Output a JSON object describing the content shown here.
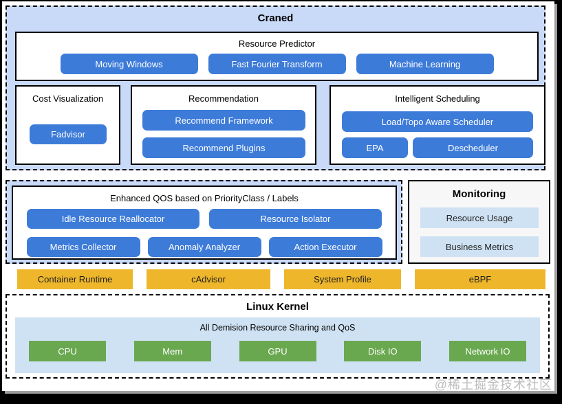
{
  "craned": {
    "title": "Craned",
    "resource_predictor": {
      "title": "Resource Predictor",
      "items": [
        "Moving Windows",
        "Fast Fourier Transform",
        "Machine Learning"
      ]
    },
    "cost_visualization": {
      "title": "Cost Visualization",
      "items": [
        "Fadvisor"
      ]
    },
    "recommendation": {
      "title": "Recommendation",
      "items": [
        "Recommend Framework",
        "Recommend Plugins"
      ]
    },
    "intelligent_scheduling": {
      "title": "Intelligent Scheduling",
      "items": [
        "Load/Topo Aware Scheduler",
        "EPA",
        "Descheduler"
      ]
    }
  },
  "qos": {
    "title": "Enhanced QOS based on PriorityClass / Labels",
    "row1": [
      "Idle Resource Reallocator",
      "Resource Isolator"
    ],
    "row2": [
      "Metrics Collector",
      "Anomaly Analyzer",
      "Action Executor"
    ]
  },
  "monitoring": {
    "title": "Monitoring",
    "items": [
      "Resource Usage",
      "Business Metrics"
    ]
  },
  "runtime_layer": {
    "items": [
      "Container Runtime",
      "cAdvisor",
      "System Profile",
      "eBPF"
    ]
  },
  "kernel": {
    "title": "Linux Kernel",
    "inner_title": "All Demision Resource Sharing and QoS",
    "items": [
      "CPU",
      "Mem",
      "GPU",
      "Disk IO",
      "Network IO"
    ]
  },
  "watermark": "@稀土掘金技术社区",
  "colors": {
    "container_blue": "#c9daf8",
    "panel_blue": "#cfe2f3",
    "button_blue": "#3d7bd9",
    "bar_yellow": "#eeb62b",
    "box_green": "#6aa84f",
    "monitoring_bg": "#f7f7f7",
    "watermark_gray": "#bdbdbd"
  }
}
